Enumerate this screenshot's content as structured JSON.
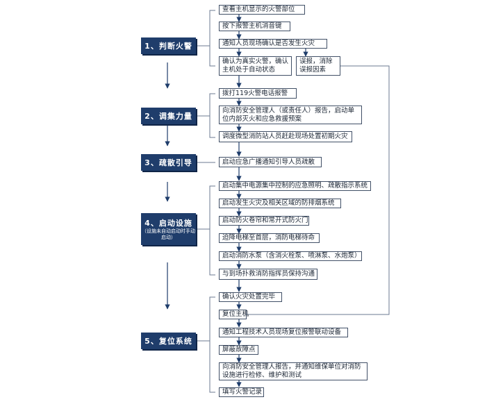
{
  "colors": {
    "phase_bg": "#1f3d6b",
    "line": "#6b7a90",
    "box_border": "#404f66"
  },
  "phases": [
    {
      "label": "1、判断火警"
    },
    {
      "label": "2、调集力量"
    },
    {
      "label": "3、疏散引导"
    },
    {
      "label": "4、启动设施",
      "sub": "（设施未自动启动时手动启动）"
    },
    {
      "label": "5、复位系统"
    }
  ],
  "steps": {
    "p1": [
      "查看主机显示的火警部位",
      "按下报警主机消音键",
      "通知人员现场确认是否发生火灾"
    ],
    "p1_true": "确认为真实火警，确认主机处于自动状态",
    "p1_false": "误报，消除误报因素",
    "p2": [
      "拨打119火警电话报警",
      "向消防安全管理人（或责任人）报告，启动单位内部灭火和应急救援预案",
      "调度微型消防站人员赶赴现场处置初期火灾"
    ],
    "p3": [
      "启动应急广播通知引导人员疏散"
    ],
    "p4": [
      "启动集中电源集中控制的应急照明、疏散指示系统",
      "启动发生火灾及相关区域的防排烟系统",
      "启动防火卷帘和常开式防火门",
      "迫降电梯至首层，消防电梯待命",
      "启动消防水泵（含消火栓泵、喷淋泵、水炮泵）",
      "与到场扑救消防指挥员保持沟通"
    ],
    "p5": [
      "确认火灾处置完毕",
      "复位主机",
      "通知工程技术人员现场复位报警联动设备",
      "屏蔽故障点",
      "向消防安全管理人报告，并通知维保单位对消防设施进行检修、维护和测试",
      "填写火警记录"
    ]
  }
}
